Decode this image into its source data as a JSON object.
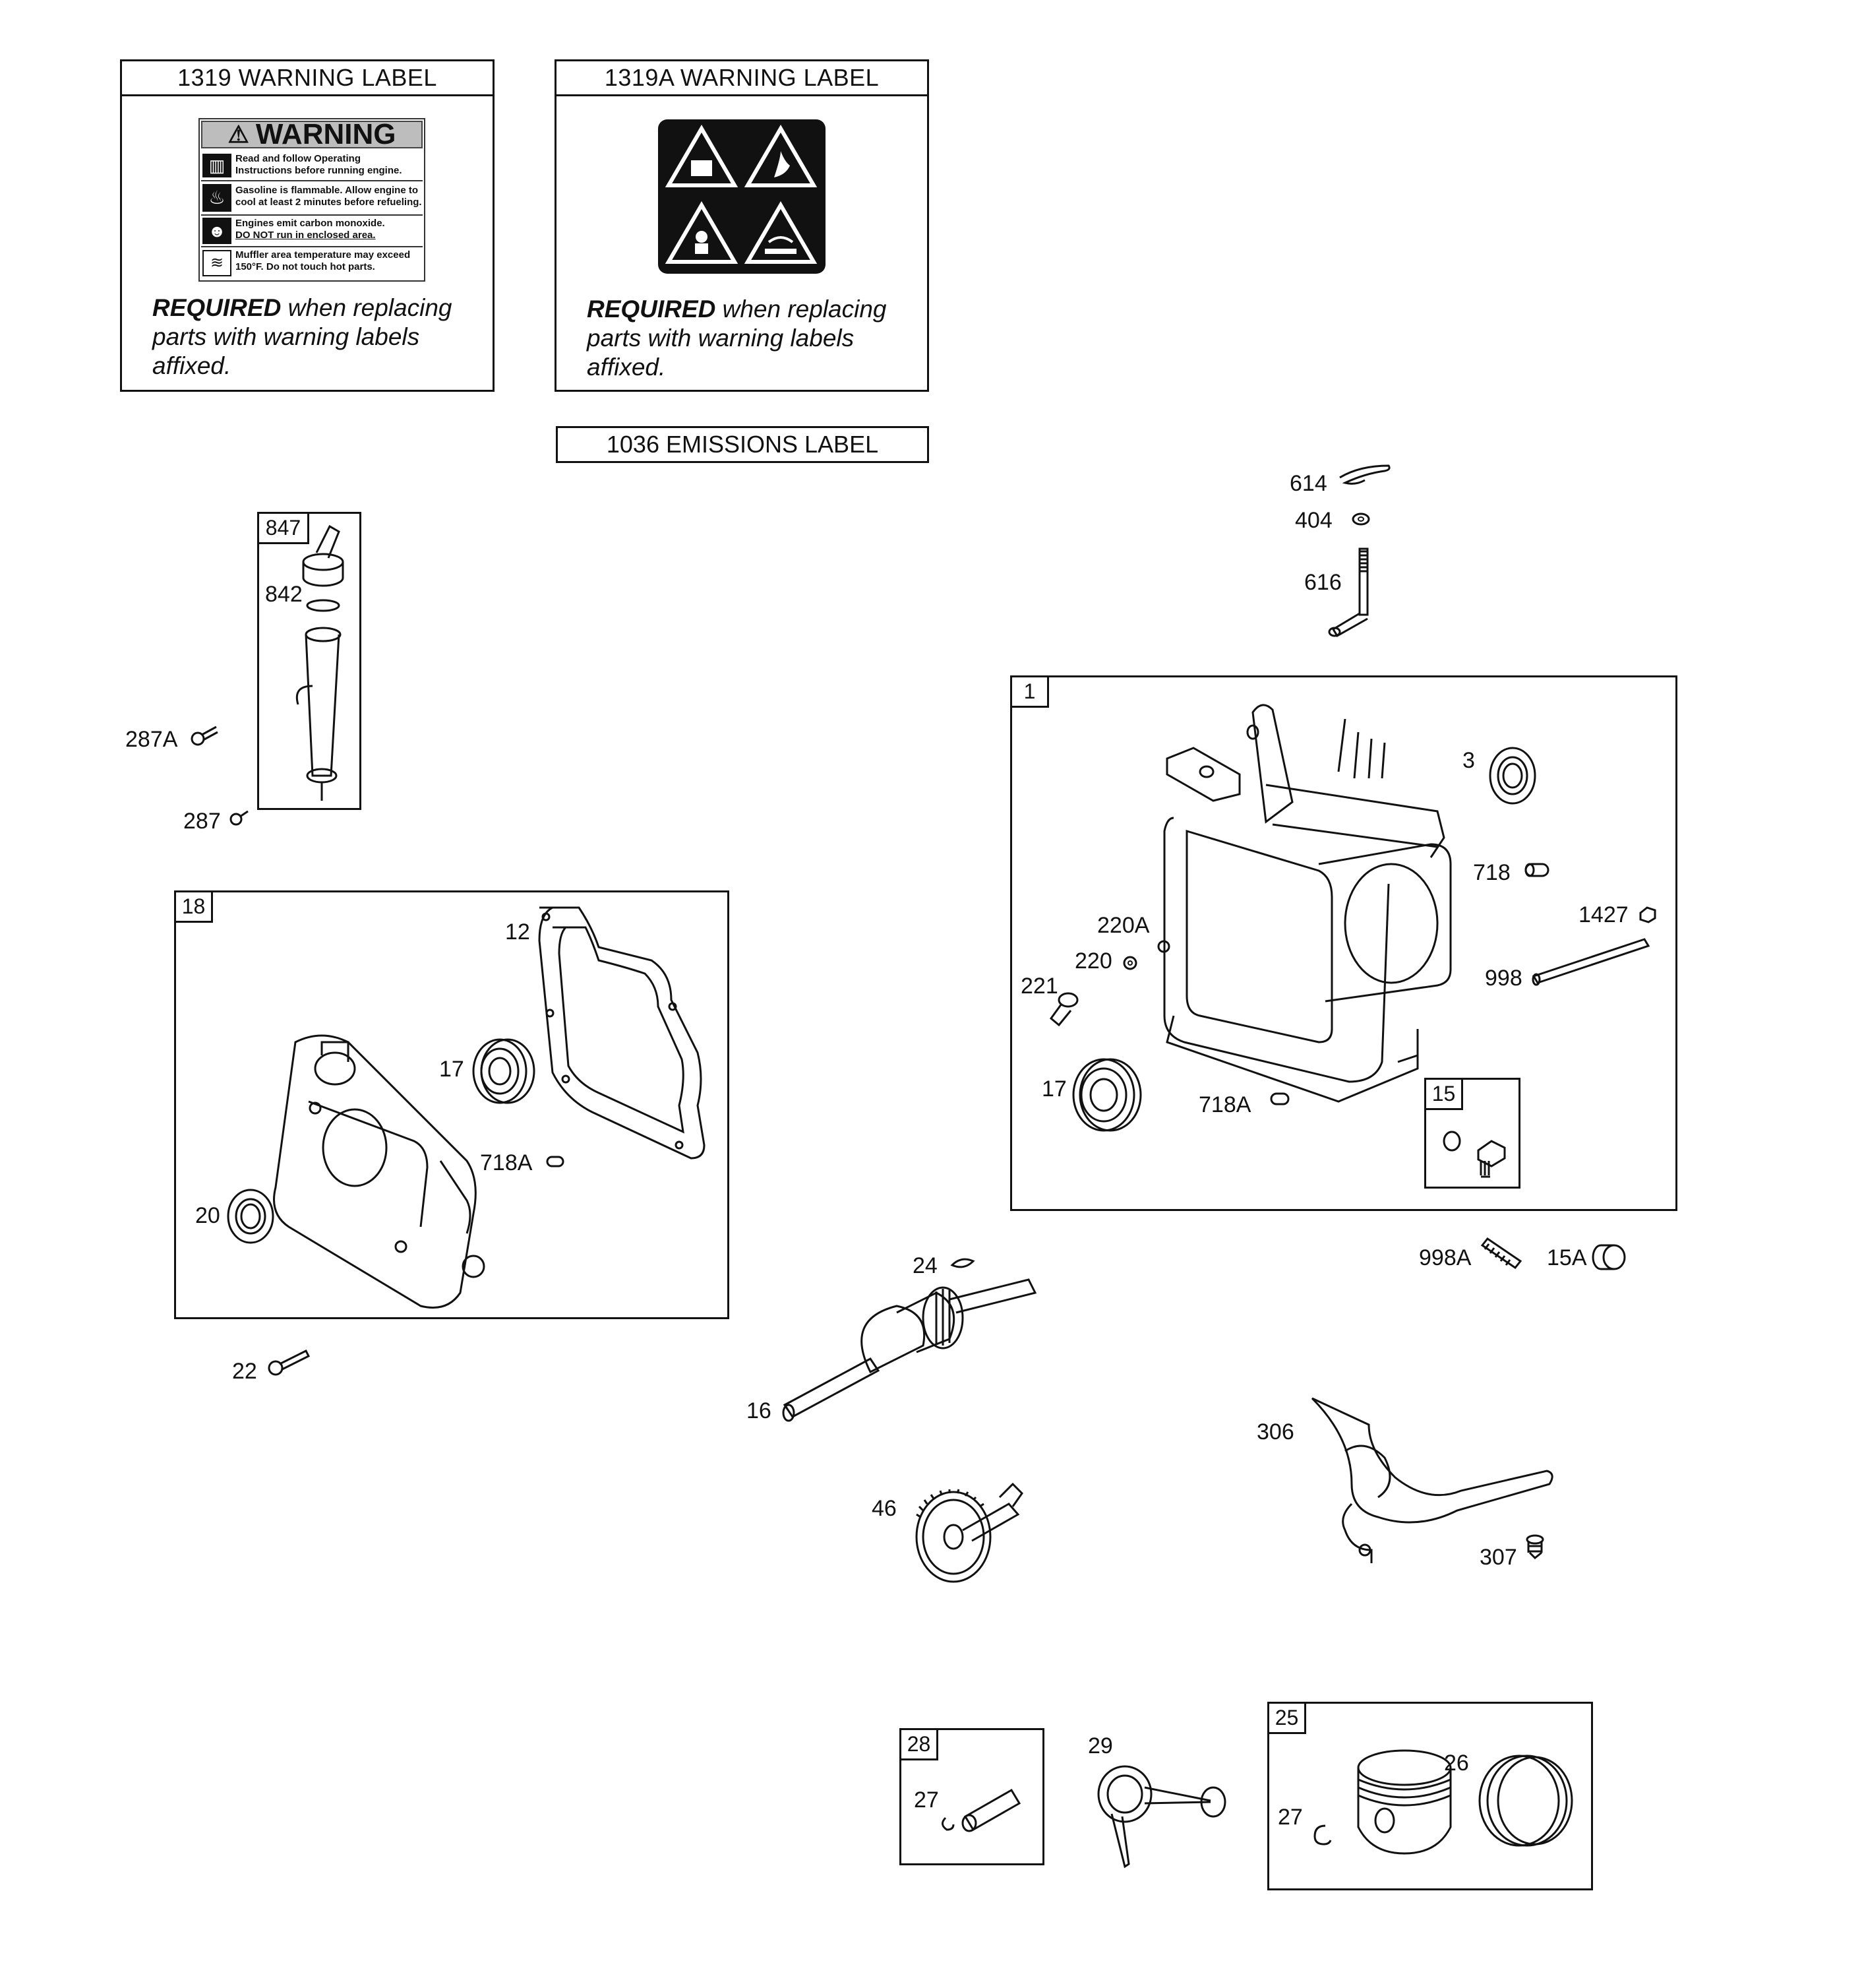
{
  "labels_top": {
    "warning_1319": {
      "title": "1319 WARNING LABEL",
      "req_bold": "REQUIRED",
      "req_rest_1": " when replacing",
      "req_line_2": "parts with warning labels",
      "req_line_3": "affixed."
    },
    "warning_1319a": {
      "title": "1319A WARNING LABEL",
      "req_bold": "REQUIRED",
      "req_rest_1": " when replacing",
      "req_line_2": "parts with warning labels",
      "req_line_3": "affixed."
    },
    "emissions": {
      "title": "1036 EMISSIONS LABEL"
    }
  },
  "warning_decal": {
    "heading": "WARNING",
    "rows": [
      {
        "line1": "Read and follow Operating",
        "line2": "Instructions before running engine."
      },
      {
        "line1": "Gasoline is flammable. Allow engine to",
        "line2": "cool at least 2 minutes before refueling."
      },
      {
        "line1": "Engines emit carbon monoxide.",
        "line2": "DO NOT run in enclosed area."
      },
      {
        "line1": "Muffler area temperature may exceed",
        "line2": "150°F.  Do not touch hot parts."
      }
    ]
  },
  "kits": {
    "k847": "847",
    "k18": "18",
    "k1": "1",
    "k15": "15",
    "k28": "28",
    "k25": "25"
  },
  "callouts": {
    "c614": "614",
    "c404": "404",
    "c616": "616",
    "c842": "842",
    "c287A": "287A",
    "c287": "287",
    "c12": "12",
    "c17a": "17",
    "c718A_a": "718A",
    "c20": "20",
    "c22": "22",
    "c3": "3",
    "c718": "718",
    "c1427": "1427",
    "c220A": "220A",
    "c220": "220",
    "c221": "221",
    "c998": "998",
    "c17b": "17",
    "c718A_b": "718A",
    "c998A": "998A",
    "c15A": "15A",
    "c24": "24",
    "c16": "16",
    "c46": "46",
    "c306": "306",
    "c307": "307",
    "c27a": "27",
    "c29": "29",
    "c26": "26",
    "c27b": "27"
  },
  "colors": {
    "line": "#111111",
    "decal_bg": "#111111",
    "header_gray": "#bdbdbd"
  }
}
